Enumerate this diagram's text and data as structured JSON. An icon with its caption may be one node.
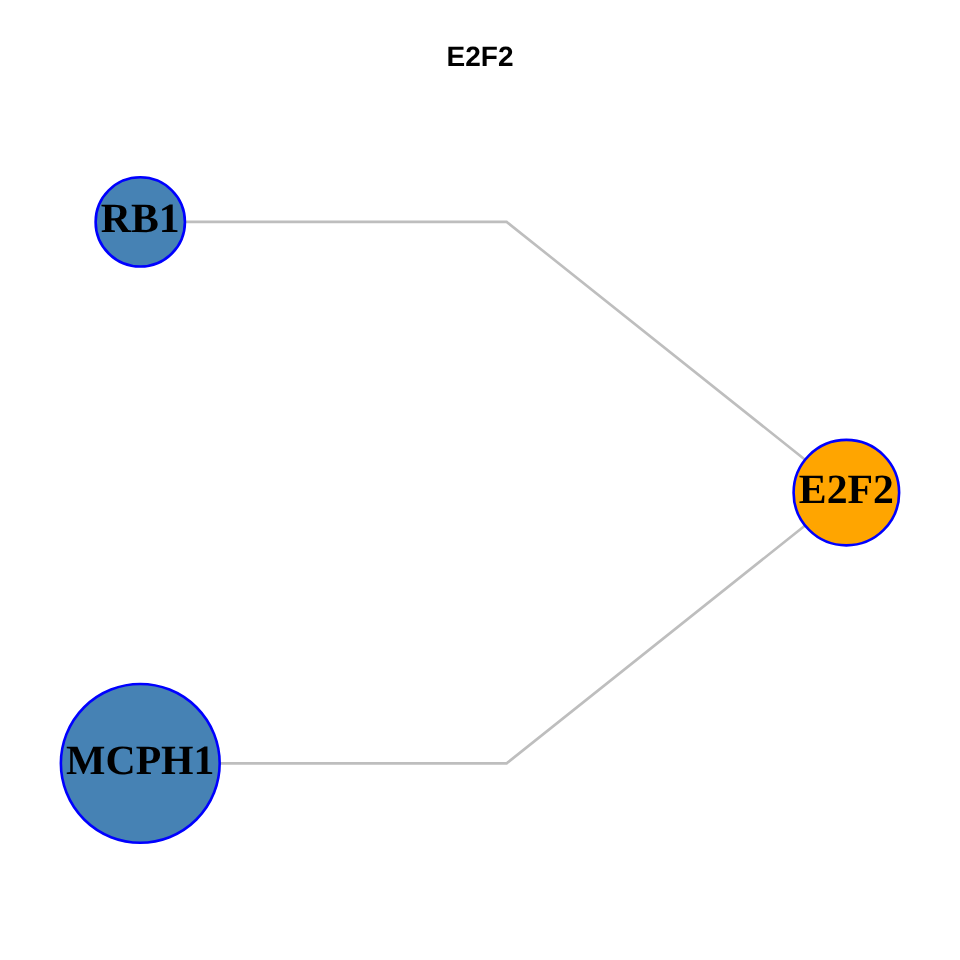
{
  "diagram": {
    "title": "E2F2",
    "nodes": [
      {
        "text": [
          "RB1"
        ]
      },
      {
        "text": [
          "E2F2"
        ]
      },
      {
        "text": [
          "MCPH1"
        ]
      }
    ],
    "edges": [
      {
        "from": 0,
        "to": 1,
        "arrow": "none"
      },
      {
        "from": 2,
        "to": 1,
        "arrow": "none"
      }
    ]
  }
}
